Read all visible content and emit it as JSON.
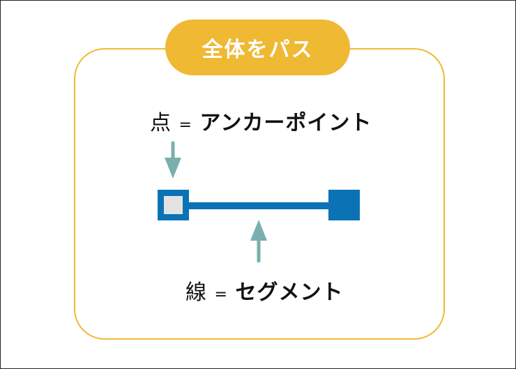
{
  "title": "全体をパス",
  "anchor_label": {
    "term": "点",
    "eq": "=",
    "name": "アンカーポイント"
  },
  "segment_label": {
    "term": "線",
    "eq": "=",
    "name": "セグメント"
  },
  "colors": {
    "accent": "#efb934",
    "path": "#0b72b5",
    "arrow": "#79afad",
    "anchor_fill": "#e3e3e3"
  }
}
